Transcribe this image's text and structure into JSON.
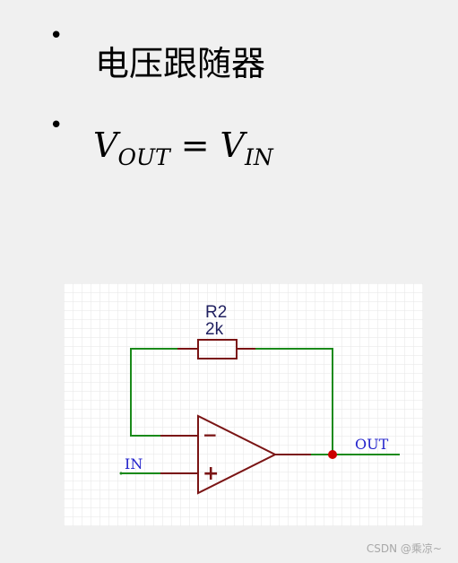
{
  "bullets": [
    {
      "symbol": "•",
      "text": "电压跟随器"
    },
    {
      "symbol": "•",
      "v": "V",
      "out_sub": "OUT",
      "eq": "=",
      "in_sub": "IN"
    }
  ],
  "schematic": {
    "resistor_ref": "R2",
    "resistor_value": "2k",
    "input_label": "IN",
    "output_label": "OUT",
    "opamp_minus": "−",
    "opamp_plus": "+",
    "colors": {
      "wire": "#1a8a1a",
      "component": "#7a1414",
      "junction": "#cc0000",
      "net_label": "#2323cc",
      "ref_label": "#202060",
      "grid": "#e6e6e6",
      "background": "#ffffff"
    }
  },
  "watermark": "CSDN @乘凉~"
}
